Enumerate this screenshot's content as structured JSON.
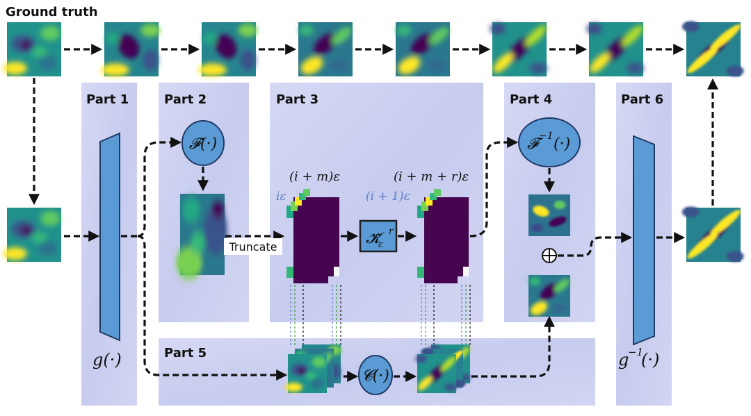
{
  "title": "Ground truth",
  "parts": {
    "p1": "Part 1",
    "p2": "Part 2",
    "p3": "Part 3",
    "p4": "Part 4",
    "p5": "Part 5",
    "p6": "Part 6"
  },
  "labels": {
    "encoder": "g(·)",
    "decoder_base": "g",
    "decoder_exp": "−1",
    "decoder_arg": "(·)",
    "fourier": "𝓕(·)",
    "inverse_base": "𝓕",
    "inverse_exp": "−1",
    "inverse_arg": "(·)",
    "truncate": "Truncate",
    "conv": "𝓒(·)",
    "t_i_m": "(i + m)ε",
    "t_i": "iε",
    "t_i_m_r": "(i + m + r)ε",
    "t_i_1": "(i + 1)ε",
    "koopman": "𝓚̄",
    "koopman_sub": "ε",
    "koopman_sup": "r",
    "oplus": "⊕"
  },
  "colors": {
    "panel": "#c9cdf0",
    "node": "#5b9bd5",
    "node_stroke": "#1f3864",
    "dark_purple": "#45064f",
    "teal": "#2a788e",
    "yellow": "#f2e41b",
    "green": "#5ec962",
    "blue_text": "#5b7fc4"
  },
  "icons": [
    "encoder-trapezoid-icon",
    "decoder-trapezoid-icon",
    "fourier-ellipse-icon",
    "inverse-fourier-ellipse-icon",
    "conv-ellipse-icon",
    "koopman-box-icon",
    "oplus-icon"
  ]
}
